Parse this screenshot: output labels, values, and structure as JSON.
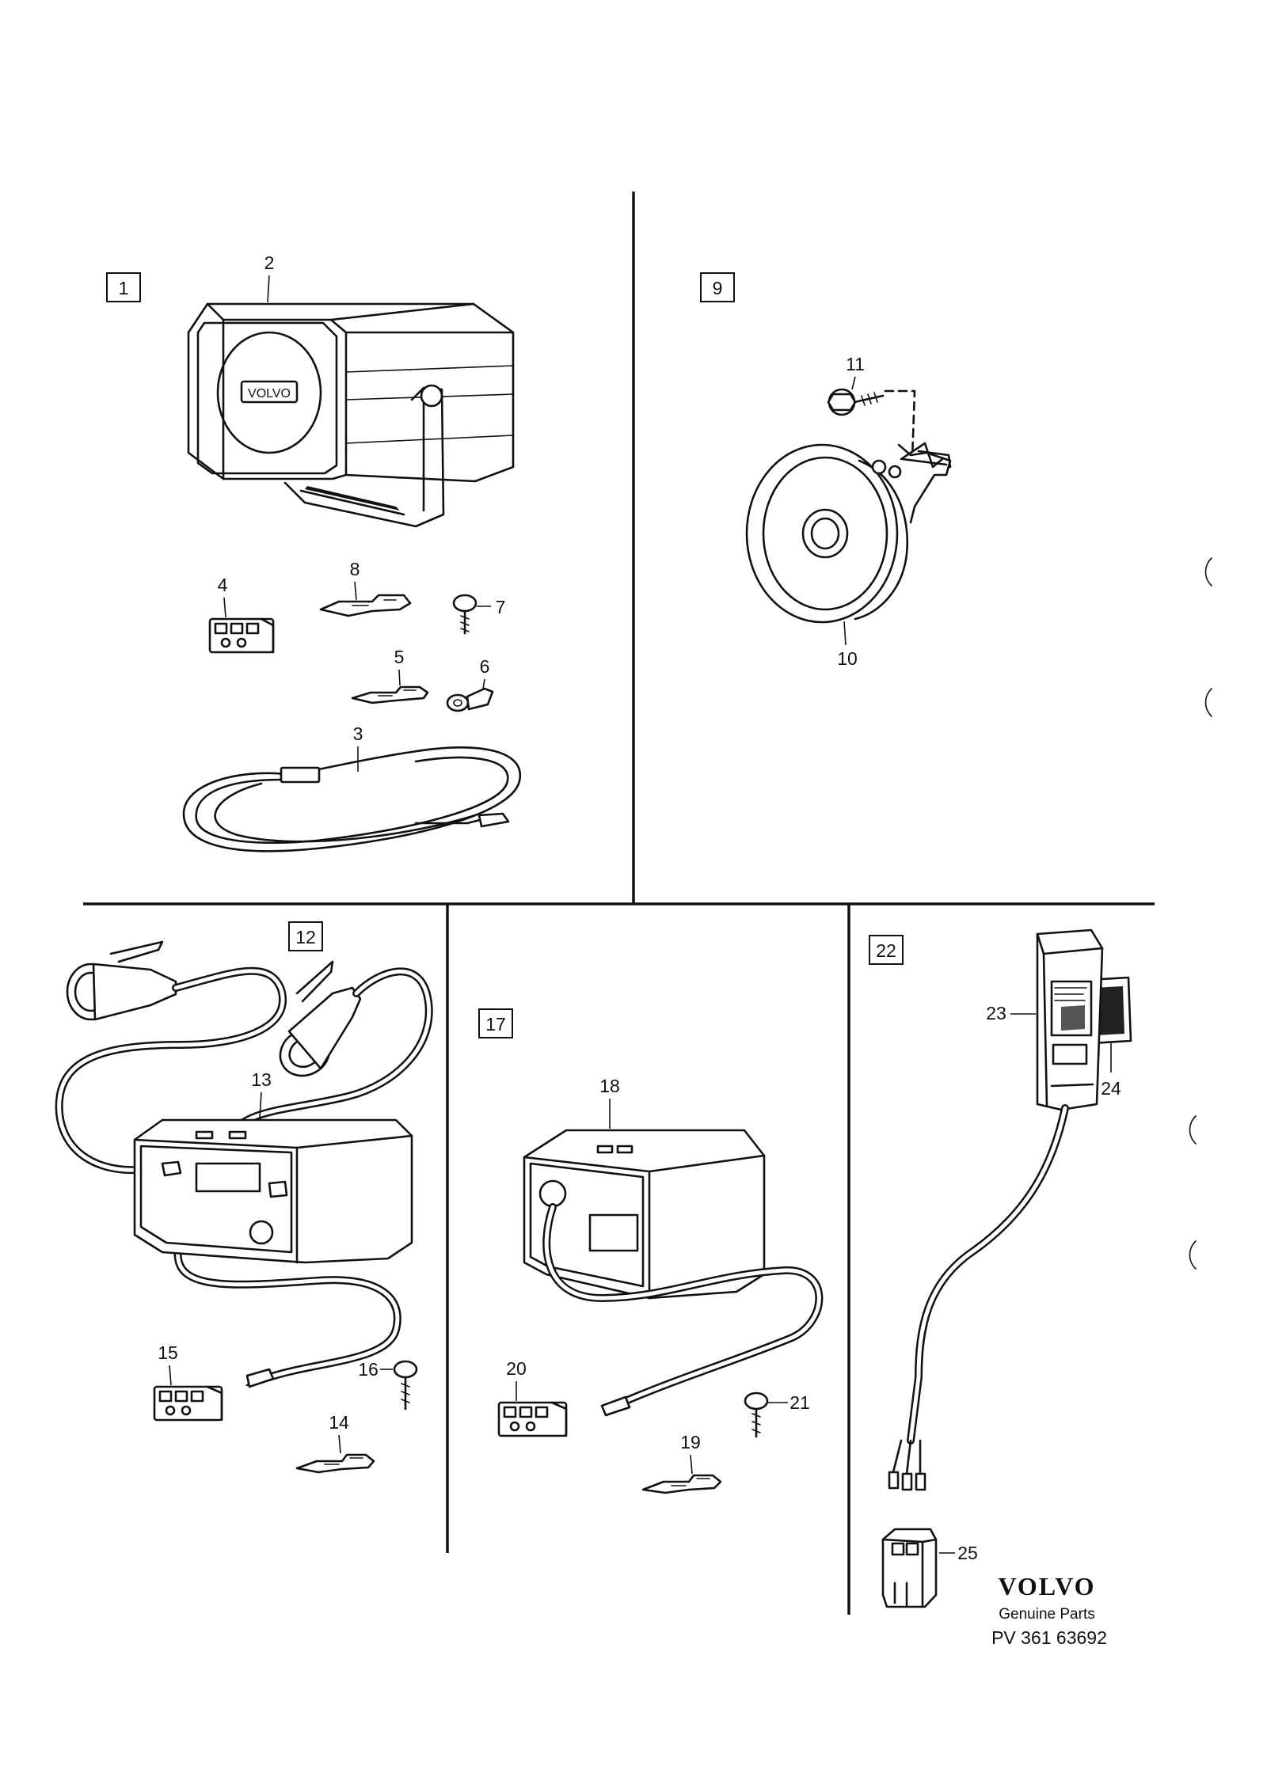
{
  "groups": [
    {
      "id": "1",
      "label": "1"
    },
    {
      "id": "9",
      "label": "9"
    },
    {
      "id": "12",
      "label": "12"
    },
    {
      "id": "17",
      "label": "17"
    },
    {
      "id": "22",
      "label": "22"
    }
  ],
  "parts": [
    "2",
    "3",
    "4",
    "5",
    "6",
    "7",
    "8",
    "10",
    "11",
    "13",
    "14",
    "15",
    "16",
    "18",
    "19",
    "20",
    "21",
    "23",
    "24",
    "25"
  ],
  "siren_brand": "VOLVO",
  "footer": {
    "brand": "VOLVO",
    "subtitle": "Genuine Parts",
    "code": "PV 361 63692"
  }
}
